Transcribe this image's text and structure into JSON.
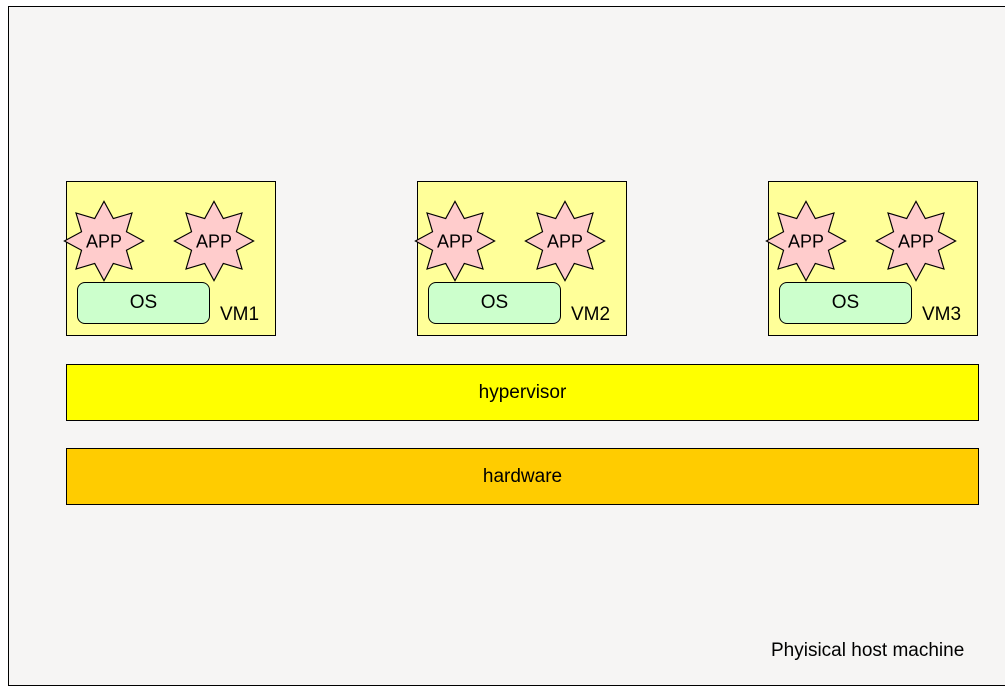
{
  "diagram": {
    "host": {
      "label": "Phyisical host machine"
    },
    "layers": {
      "hypervisor": "hypervisor",
      "hardware": "hardware"
    },
    "vms": [
      {
        "name": "VM1",
        "os": "OS",
        "apps": [
          "APP",
          "APP"
        ]
      },
      {
        "name": "VM2",
        "os": "OS",
        "apps": [
          "APP",
          "APP"
        ]
      },
      {
        "name": "VM3",
        "os": "OS",
        "apps": [
          "APP",
          "APP"
        ]
      }
    ],
    "colors": {
      "host_background": "#f6f5f4",
      "vm_fill": "#ffff99",
      "app_fill": "#ffcccc",
      "os_fill": "#ccffcc",
      "hypervisor_fill": "#ffff00",
      "hardware_fill": "#ffcc00"
    },
    "icons": {
      "app": "star-burst-icon"
    }
  }
}
